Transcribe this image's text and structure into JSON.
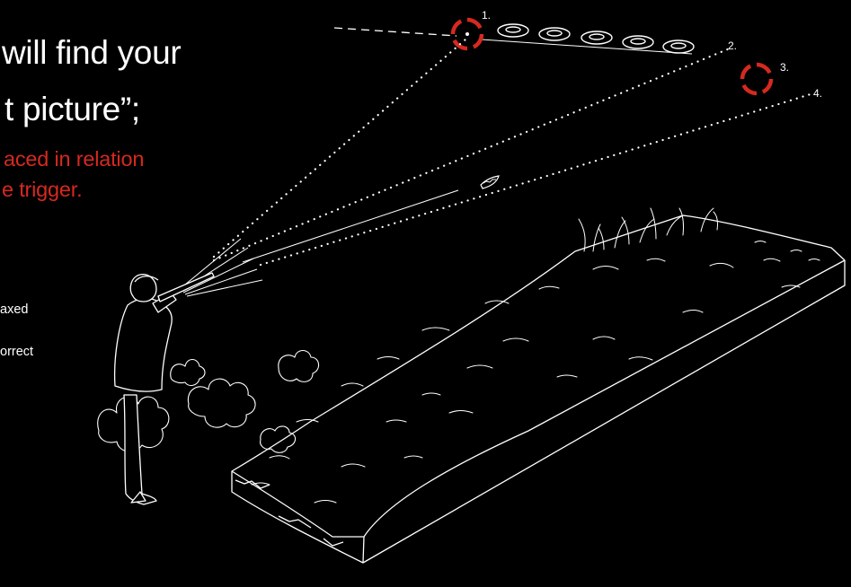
{
  "text": {
    "heading_line1": "will find your",
    "heading_line2": "t picture”;",
    "sub_line1": "aced in relation",
    "sub_line2": "e trigger.",
    "note1": "axed",
    "note2": "orrect"
  },
  "labels": {
    "target1": "1.",
    "target2": "2.",
    "target3": "3.",
    "target4": "4."
  },
  "colors": {
    "background": "#000000",
    "text": "#ffffff",
    "accent": "#d6291f"
  },
  "icons": {
    "reticle": "crosshair-reticle-icon",
    "clays": "clay-target-icon",
    "shooter": "shooter-figure-icon"
  }
}
